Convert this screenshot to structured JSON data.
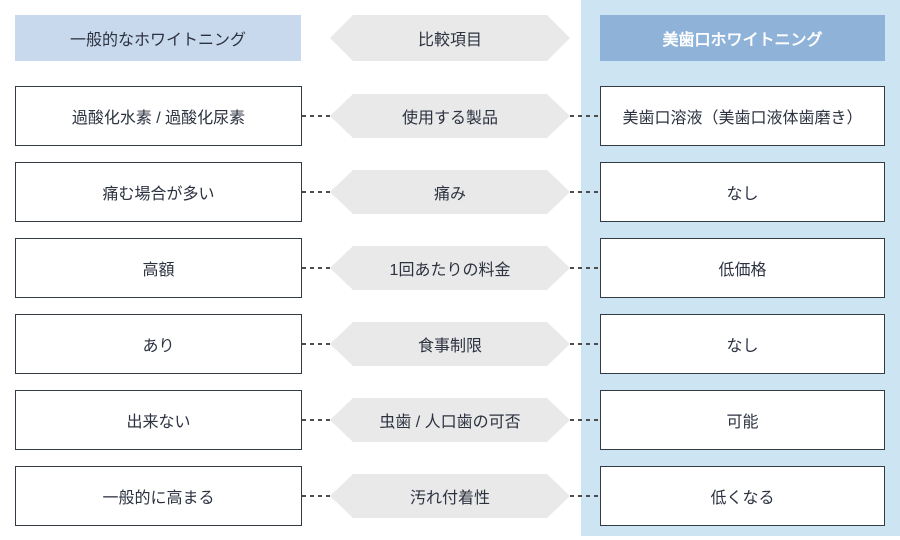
{
  "colors": {
    "left_header_bg": "#c9d9ed",
    "right_header_bg": "#8fb2d8",
    "right_panel_bg": "#cde4f2",
    "hexagon_bg": "#e9e9e9",
    "box_border": "#343a46",
    "text": "#2c3240",
    "right_header_text": "#ffffff",
    "connector": "#4d4d4d"
  },
  "headers": {
    "left": "一般的なホワイトニング",
    "center": "比較項目",
    "right": "美歯口ホワイトニング"
  },
  "rows": [
    {
      "left": "過酸化水素 / 過酸化尿素",
      "center": "使用する製品",
      "right": "美歯口溶液（美歯口液体歯磨き）"
    },
    {
      "left": "痛む場合が多い",
      "center": "痛み",
      "right": "なし"
    },
    {
      "left": "高額",
      "center": "1回あたりの料金",
      "right": "低価格"
    },
    {
      "left": "あり",
      "center": "食事制限",
      "right": "なし"
    },
    {
      "left": "出来ない",
      "center": "虫歯 / 人口歯の可否",
      "right": "可能"
    },
    {
      "left": "一般的に高まる",
      "center": "汚れ付着性",
      "right": "低くなる"
    }
  ]
}
